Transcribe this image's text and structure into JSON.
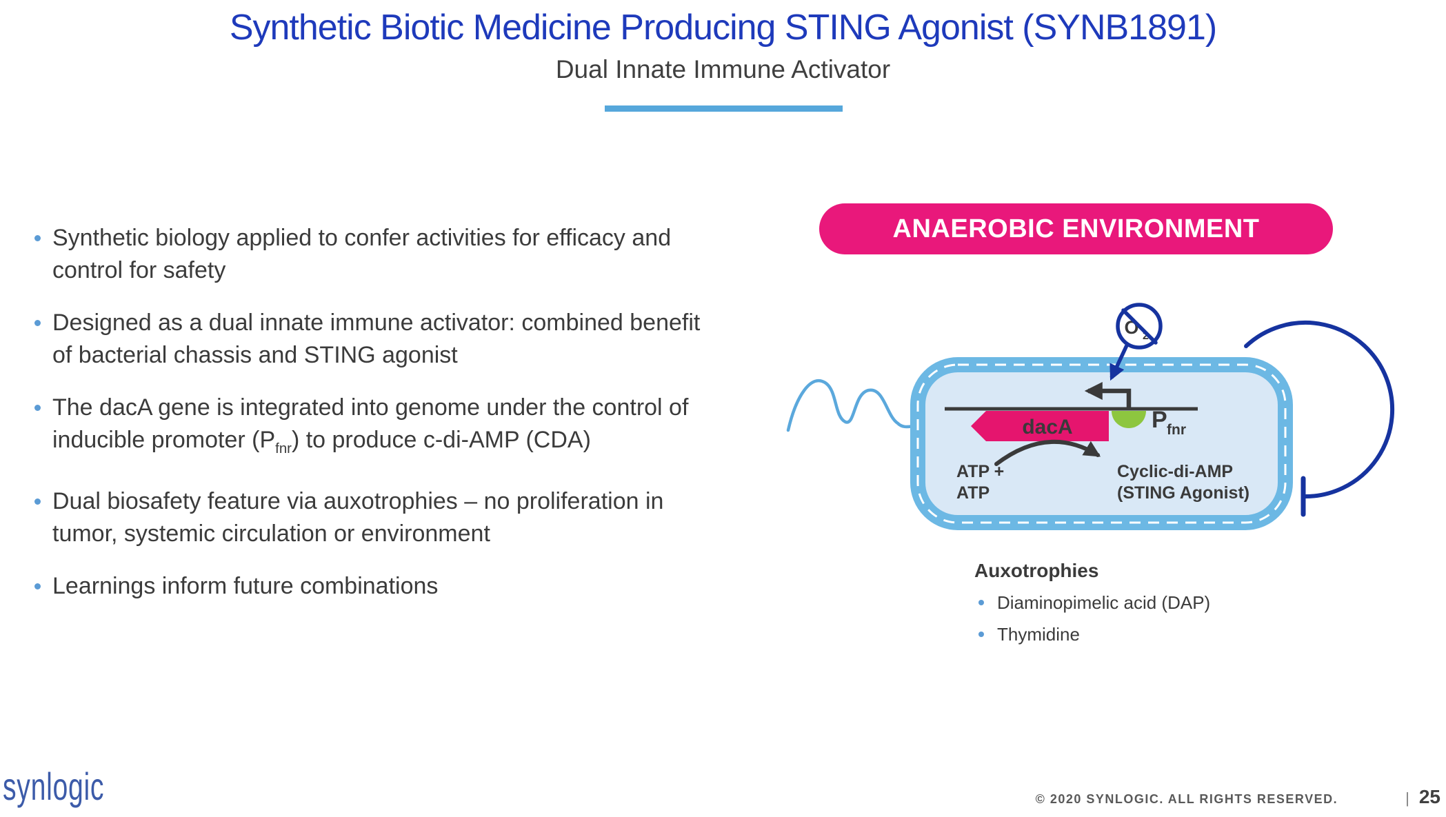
{
  "slide": {
    "title": "Synthetic Biotic Medicine Producing STING Agonist (SYNB1891)",
    "subtitle": "Dual Innate Immune Activator"
  },
  "bullets": [
    {
      "lines": [
        "Synthetic biology applied to confer activities for efficacy and",
        "control for safety"
      ]
    },
    {
      "lines": [
        "Designed as a dual innate immune activator: combined benefit",
        "of bacterial chassis and STING agonist"
      ]
    },
    {
      "line1": "The dacA gene is integrated into genome under the control of",
      "line2_pre": "inducible promoter (P",
      "line2_sub": "fnr",
      "line2_post": ") to produce c-di-AMP (CDA)"
    },
    {
      "lines": [
        "Dual biosafety feature via auxotrophies – no proliferation in",
        "tumor, systemic circulation or environment"
      ]
    },
    {
      "lines": [
        "Learnings inform future combinations"
      ]
    }
  ],
  "banner": {
    "label": "ANAEROBIC ENVIRONMENT"
  },
  "diagram": {
    "gene_label": "dacA",
    "promoter_label": "P",
    "promoter_label_sub": "fnr",
    "no_oxygen_symbol": "O",
    "no_oxygen_subscript": "2",
    "substrate_line1": "ATP +",
    "substrate_line2": "ATP",
    "product_line1": "Cyclic-di-AMP",
    "product_line2": "(STING Agonist)"
  },
  "auxotrophies": {
    "heading": "Auxotrophies",
    "items": [
      "Diaminopimelic acid (DAP)",
      "Thymidine"
    ]
  },
  "footer": {
    "logo": "synlogic",
    "copyright": "© 2020 SYNLOGIC. ALL RIGHTS RESERVED.",
    "separator": "|",
    "page_number": "25"
  },
  "colors": {
    "title_blue": "#1E3ABB",
    "accent_light_blue": "#5B9BD5",
    "divider_blue": "#56A7DB",
    "magenta": "#E9187B",
    "gene_magenta": "#E5156E",
    "promoter_green": "#8DC63F",
    "cell_ring_blue": "#6CB8E4",
    "cell_fill_blue": "#D9E8F6",
    "dark_blue": "#16339F",
    "wave_blue": "#5BA8DC",
    "body_text": "#3B3B3B",
    "footer_gray": "#595959",
    "logo_blue": "#3C5BA9"
  }
}
